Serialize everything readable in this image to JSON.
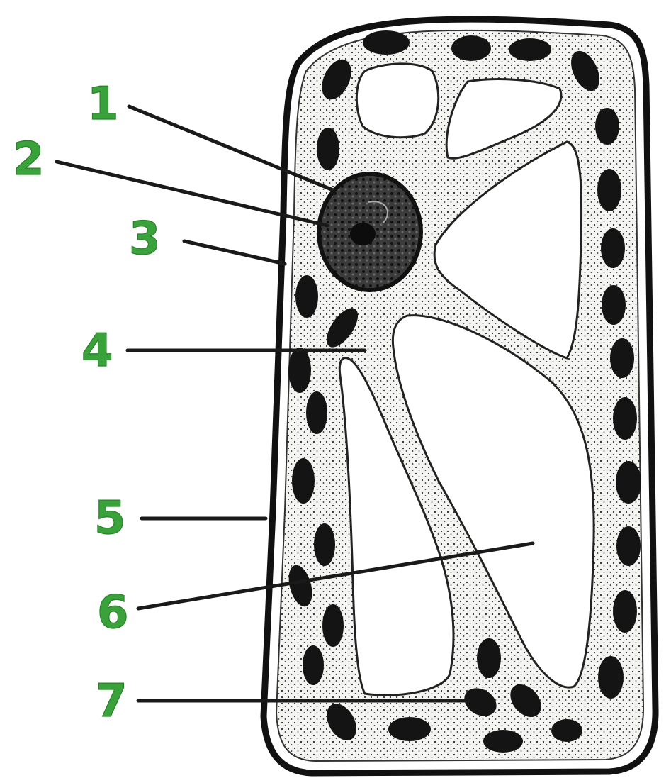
{
  "diagram": {
    "colors": {
      "label": "#3aa23a",
      "line": "#1a1a1a",
      "cytoplasm_dots": "#2a2a2a",
      "cytoplasm_fill": "#f4f4f2",
      "vacuole_fill": "#ffffff",
      "chloroplast": "#141414"
    },
    "labels": [
      {
        "id": "1",
        "text": "1"
      },
      {
        "id": "2",
        "text": "2"
      },
      {
        "id": "3",
        "text": "3"
      },
      {
        "id": "4",
        "text": "4"
      },
      {
        "id": "5",
        "text": "5"
      },
      {
        "id": "6",
        "text": "6"
      },
      {
        "id": "7",
        "text": "7"
      }
    ]
  }
}
